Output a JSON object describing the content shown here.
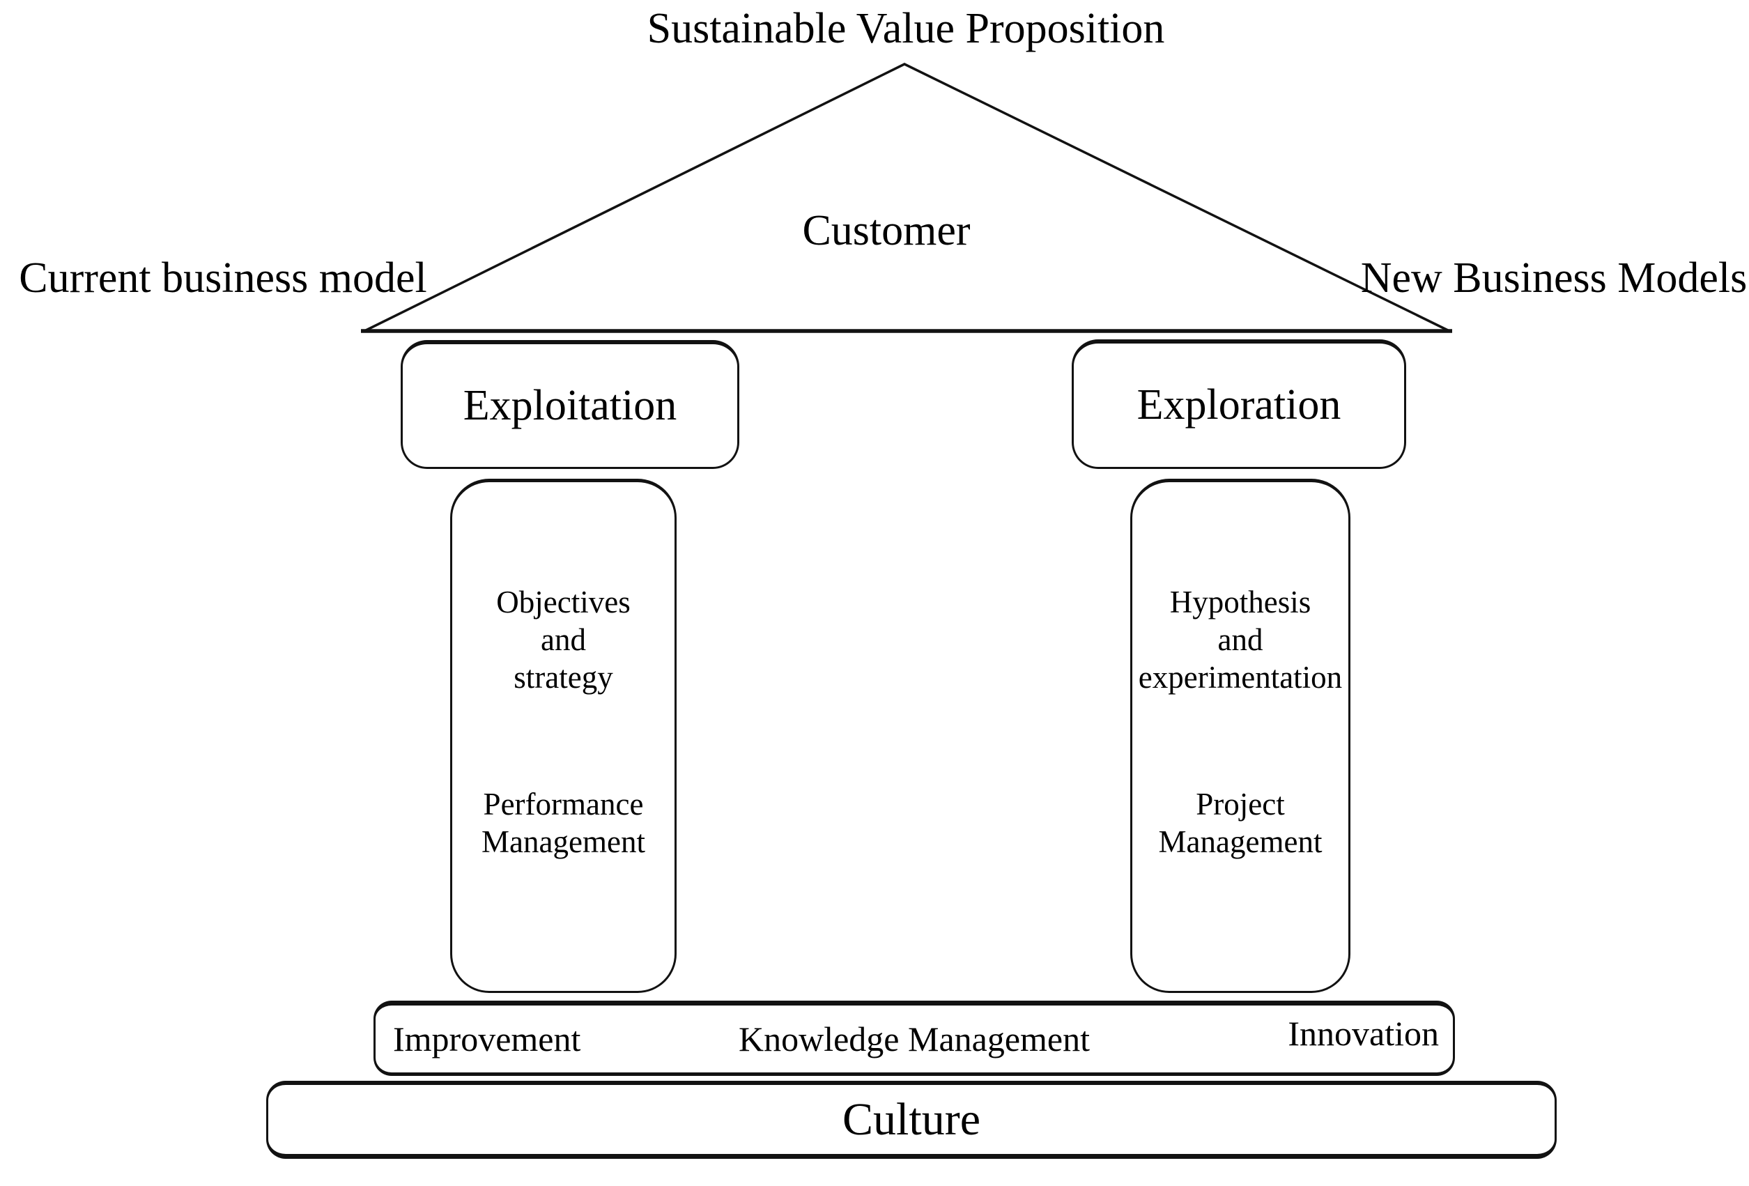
{
  "title": "Sustainable Value Proposition",
  "roof": {
    "center_label": "Customer",
    "left_label": "Current business model",
    "right_label": "New Business Models"
  },
  "pillars": {
    "left": {
      "header": "Exploitation",
      "top_lines": [
        "Objectives",
        "and",
        "strategy"
      ],
      "bottom_lines": [
        "Performance",
        "Management"
      ]
    },
    "right": {
      "header": "Exploration",
      "top_lines": [
        "Hypothesis",
        "and",
        "experimentation"
      ],
      "bottom_lines": [
        "Project",
        "Management"
      ]
    }
  },
  "foundation": {
    "knowledge_bar": {
      "left_label": "Improvement",
      "center_label": "Knowledge Management",
      "right_label": "Innovation"
    },
    "culture_bar": {
      "label": "Culture"
    }
  },
  "colors": {
    "line": "#121212",
    "text": "#000000",
    "background": "#ffffff"
  }
}
